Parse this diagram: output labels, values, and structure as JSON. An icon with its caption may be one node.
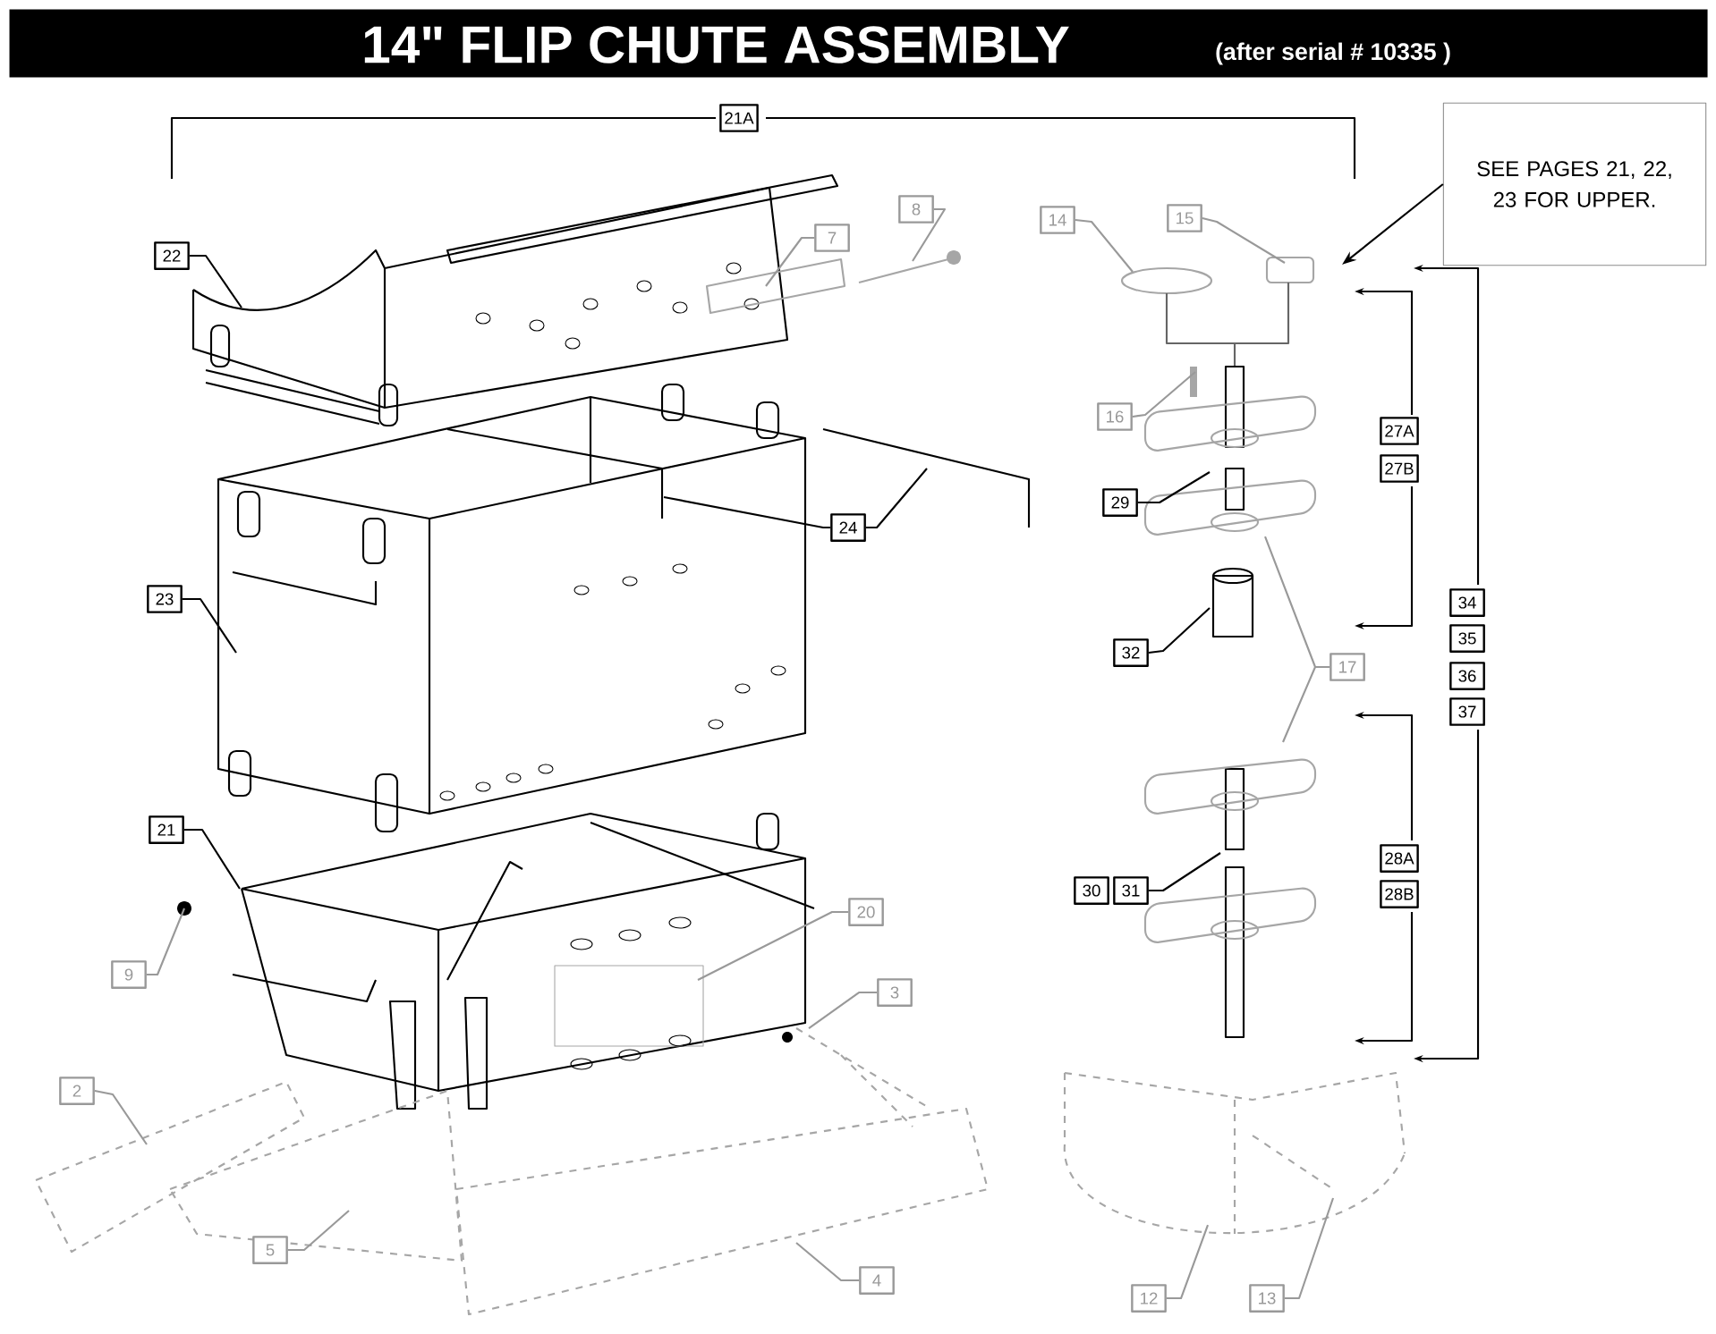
{
  "diagram": {
    "title": "14\" FLIP CHUTE ASSEMBLY",
    "nodes": [
      {
        "text": [
          "21A"
        ]
      },
      {
        "text": [
          "SEE PAGES 21, 22, 23 FOR UPPER."
        ]
      },
      {
        "text": [
          "8"
        ]
      },
      {
        "text": [
          "7"
        ]
      },
      {
        "text": [
          "14"
        ]
      },
      {
        "text": [
          "15"
        ]
      },
      {
        "text": [
          "22"
        ]
      },
      {
        "text": [
          "16"
        ]
      },
      {
        "text": [
          "27A"
        ]
      },
      {
        "text": [
          "27B"
        ]
      },
      {
        "text": [
          "29"
        ]
      },
      {
        "text": [
          "24"
        ]
      },
      {
        "text": [
          "23"
        ]
      },
      {
        "text": [
          "34"
        ]
      },
      {
        "text": [
          "35"
        ]
      },
      {
        "text": [
          "36"
        ]
      },
      {
        "text": [
          "37"
        ]
      },
      {
        "text": [
          "32"
        ]
      },
      {
        "text": [
          "17"
        ]
      },
      {
        "text": [
          "21"
        ]
      },
      {
        "text": [
          "30"
        ]
      },
      {
        "text": [
          "31"
        ]
      },
      {
        "text": [
          "28A"
        ]
      },
      {
        "text": [
          "28B"
        ]
      },
      {
        "text": [
          "20"
        ]
      },
      {
        "text": [
          "9"
        ]
      },
      {
        "text": [
          "3"
        ]
      },
      {
        "text": [
          "2"
        ]
      },
      {
        "text": [
          "5"
        ]
      },
      {
        "text": [
          "4"
        ]
      },
      {
        "text": [
          "12"
        ]
      },
      {
        "text": [
          "13"
        ]
      }
    ],
    "edges": [
      {
        "from": 1,
        "to": null,
        "arrow": "to",
        "color": "#000000"
      },
      {
        "from": 2,
        "to": null,
        "arrow": "none"
      },
      {
        "from": 3,
        "to": null,
        "arrow": "none"
      },
      {
        "from": 4,
        "to": null,
        "arrow": "none"
      },
      {
        "from": 5,
        "to": null,
        "arrow": "none"
      },
      {
        "from": 6,
        "to": null,
        "arrow": "none",
        "color": "#000000"
      },
      {
        "from": 7,
        "to": null,
        "arrow": "none"
      },
      {
        "from": 10,
        "to": null,
        "arrow": "none",
        "color": "#000000"
      },
      {
        "from": 11,
        "to": null,
        "arrow": "none",
        "color": "#000000"
      },
      {
        "from": 11,
        "to": null,
        "arrow": "none",
        "color": "#000000"
      },
      {
        "from": 12,
        "to": null,
        "arrow": "none",
        "color": "#000000"
      },
      {
        "from": 17,
        "to": null,
        "arrow": "none",
        "color": "#000000"
      },
      {
        "from": 18,
        "to": null,
        "arrow": "none"
      },
      {
        "from": 18,
        "to": null,
        "arrow": "none"
      },
      {
        "from": 19,
        "to": null,
        "arrow": "none",
        "color": "#000000"
      },
      {
        "from": 21,
        "to": null,
        "arrow": "none",
        "color": "#000000"
      },
      {
        "from": 24,
        "to": null,
        "arrow": "none"
      },
      {
        "from": 25,
        "to": null,
        "arrow": "none"
      },
      {
        "from": 26,
        "to": null,
        "arrow": "none"
      },
      {
        "from": 27,
        "to": null,
        "arrow": "none"
      },
      {
        "from": 28,
        "to": null,
        "arrow": "none"
      },
      {
        "from": 29,
        "to": null,
        "arrow": "none"
      },
      {
        "from": 30,
        "to": null,
        "arrow": "none"
      },
      {
        "from": 31,
        "to": null,
        "arrow": "none"
      }
    ],
    "labels": [
      "(after serial # 10335 )"
    ]
  }
}
